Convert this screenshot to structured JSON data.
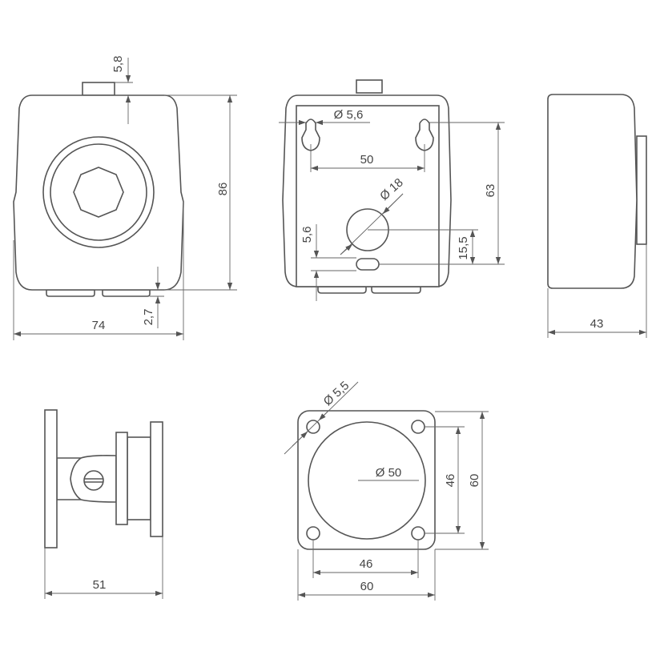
{
  "front_view": {
    "dim_knob": "5,8",
    "dim_height": "86",
    "dim_feet": "2,7",
    "dim_width": "74"
  },
  "back_view": {
    "dim_keyhole": "Ø 5,6",
    "dim_keyhole_spacing": "50",
    "dim_hole": "Ø 18",
    "dim_slot": "5,6",
    "dim_hole_offset": "15,5",
    "dim_vertical_spacing": "63"
  },
  "side_view": {
    "dim_depth": "43"
  },
  "bracket_view": {
    "dim_depth": "51"
  },
  "flange_view": {
    "dim_hole": "Ø 5,5",
    "dim_circle": "Ø 50",
    "dim_hole_spacing_v": "46",
    "dim_width_v": "60",
    "dim_hole_spacing_h": "46",
    "dim_width_h": "60"
  }
}
